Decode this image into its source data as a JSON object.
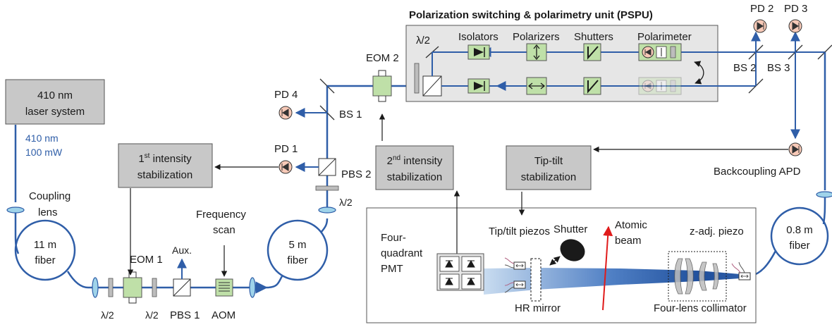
{
  "colors": {
    "beam": "#2f5ea8",
    "box_fill": "#c8c8c8",
    "component_fill": "#bfe0a8",
    "pspu_fill": "#e6e6e6",
    "detector_fill": "#f7c9b7",
    "lens_fill": "#9fd3ea",
    "atomic_beam": "#e01b1b"
  },
  "laser": {
    "title_line1": "410 nm",
    "title_line2": "laser system",
    "spec_wavelength": "410 nm",
    "spec_power": "100 mW"
  },
  "pspu": {
    "title": "Polarization switching & polarimetry unit (PSPU)",
    "isolators": "Isolators",
    "polarizers": "Polarizers",
    "shutters": "Shutters",
    "polarimeter": "Polarimeter"
  },
  "stabilization": {
    "first_line1": "1",
    "first_sup": "st",
    "first_line1_rest": " intensity",
    "first_line2": "stabilization",
    "second_line1": "2",
    "second_sup": "nd",
    "second_line1_rest": " intensity",
    "second_line2": "stabilization",
    "tiptilt_line1": "Tip-tilt",
    "tiptilt_line2": "stabilization"
  },
  "labels": {
    "pd1": "PD 1",
    "pd2": "PD 2",
    "pd3": "PD 3",
    "pd4": "PD 4",
    "bs1": "BS 1",
    "bs2": "BS 2",
    "bs3": "BS 3",
    "pbs1": "PBS 1",
    "pbs2": "PBS 2",
    "eom1": "EOM 1",
    "eom2": "EOM 2",
    "lambda_half": "λ/2",
    "aom": "AOM",
    "aux": "Aux.",
    "freq_scan_line1": "Frequency",
    "freq_scan_line2": "scan",
    "coupling_line1": "Coupling",
    "coupling_line2": "lens",
    "fiber11_line1": "11 m",
    "fiber11_line2": "fiber",
    "fiber5_line1": "5 m",
    "fiber5_line2": "fiber",
    "fiber08_line1": "0.8 m",
    "fiber08_line2": "fiber",
    "backcoupling_apd": "Backcoupling APD"
  },
  "vacuum": {
    "tip_tilt_piezos": "Tip/tilt piezos",
    "shutter": "Shutter",
    "atomic_beam_line1": "Atomic",
    "atomic_beam_line2": "beam",
    "z_adj_piezo": "z-adj. piezo",
    "pmt_line1": "Four-",
    "pmt_line2": "quadrant",
    "pmt_line3": "PMT",
    "hr_mirror": "HR mirror",
    "collimator": "Four-lens collimator"
  }
}
